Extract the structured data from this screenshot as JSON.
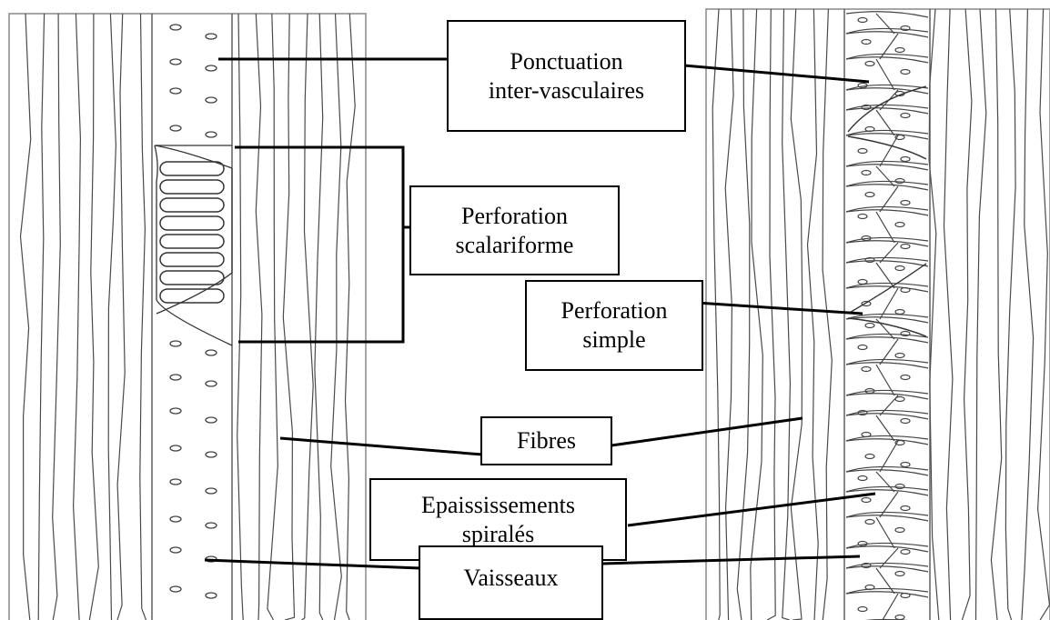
{
  "diagram": {
    "labels": {
      "ponctuation": [
        "Ponctuation",
        "inter-vasculaires"
      ],
      "perforation_scalariforme": [
        "Perforation",
        "scalariforme"
      ],
      "perforation_simple": [
        "Perforation",
        "simple"
      ],
      "fibres": [
        "Fibres"
      ],
      "epaississements": [
        "Epaississements",
        "spiralés"
      ],
      "vaisseaux": [
        "Vaisseaux"
      ]
    },
    "colors": {
      "line": "#000000",
      "fiber_line": "#4a4a4a",
      "panel_border": "#888888",
      "background": "#ffffff"
    }
  }
}
